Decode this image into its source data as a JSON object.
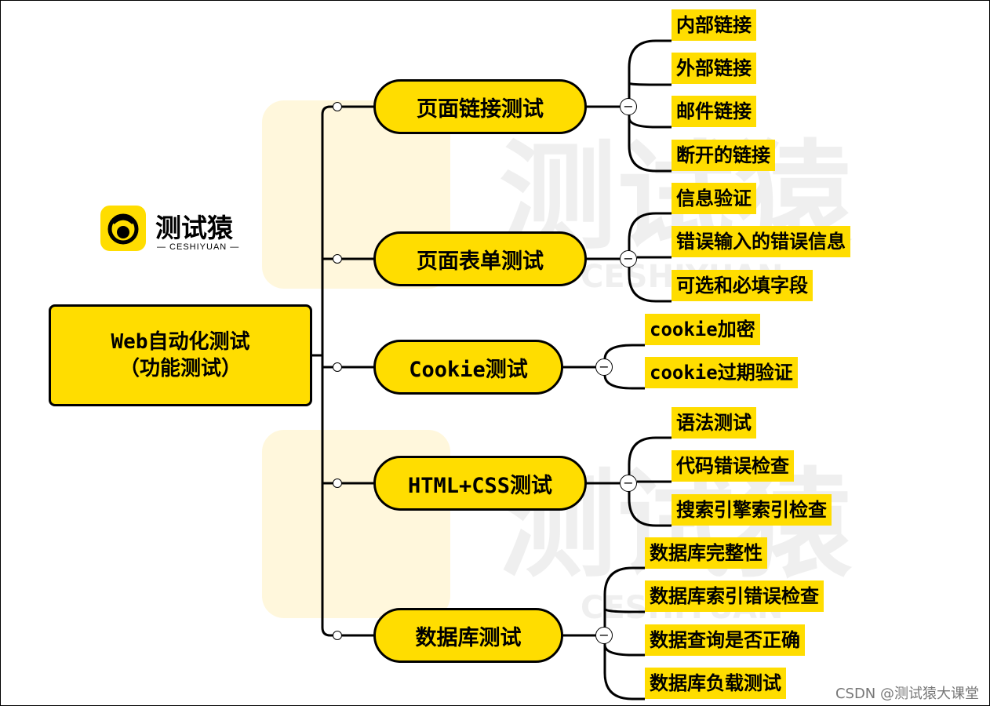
{
  "root": {
    "line1": "Web自动化测试",
    "line2": "（功能测试）"
  },
  "branches": [
    {
      "label": "页面链接测试",
      "children": [
        "内部链接",
        "外部链接",
        "邮件链接",
        "断开的链接"
      ]
    },
    {
      "label": "页面表单测试",
      "children": [
        "信息验证",
        "错误输入的错误信息",
        "可选和必填字段"
      ]
    },
    {
      "label": "Cookie测试",
      "children": [
        "cookie加密",
        "cookie过期验证"
      ]
    },
    {
      "label": "HTML+CSS测试",
      "children": [
        "语法测试",
        "代码错误检查",
        "搜索引擎索引检查"
      ]
    },
    {
      "label": "数据库测试",
      "children": [
        "数据库完整性",
        "数据库索引错误检查",
        "数据查询是否正确",
        "数据库负载测试"
      ]
    }
  ],
  "logo": {
    "name": "测试猿",
    "subtitle": "— CESHIYUAN —"
  },
  "watermark": {
    "name": "测试猿",
    "subtitle": "CESHIYUAN"
  },
  "toggle_symbol": "−",
  "credit": "CSDN @测试猿大课堂",
  "colors": {
    "accent": "#ffdd00",
    "line": "#000000"
  }
}
